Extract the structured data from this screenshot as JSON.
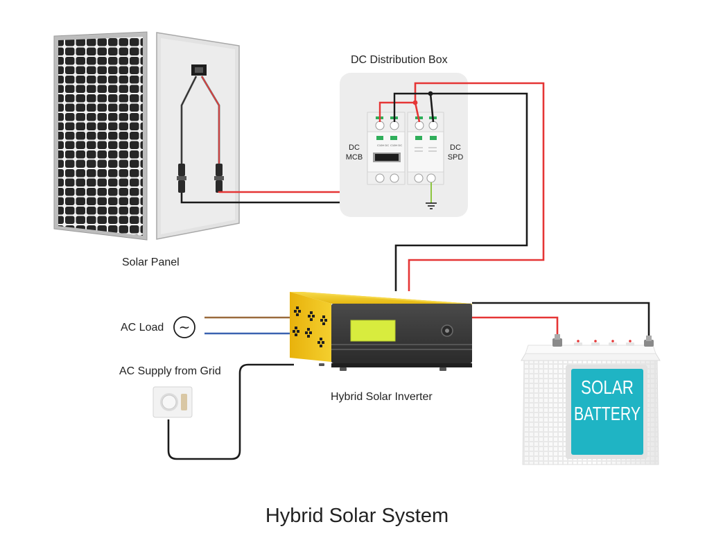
{
  "diagram": {
    "title": "Hybrid Solar System",
    "components": {
      "solar_panel": {
        "label": "Solar Panel"
      },
      "dc_box": {
        "label": "DC Distribution Box",
        "mcb_label_line1": "DC",
        "mcb_label_line2": "MCB",
        "spd_label_line1": "DC",
        "spd_label_line2": "SPD"
      },
      "ac_load": {
        "label": "AC Load",
        "symbol": "~"
      },
      "grid": {
        "label": "AC Supply from Grid"
      },
      "inverter": {
        "label": "Hybrid Solar Inverter"
      },
      "battery": {
        "line1": "SOLAR",
        "line2": "BATTERY"
      }
    }
  },
  "colors": {
    "positive_wire": "#e53535",
    "negative_wire": "#1a1a1a",
    "ac_brown": "#9a6a3c",
    "ac_blue": "#3a62b0",
    "inverter_body": "#f2c61c",
    "inverter_face": "#3a3a3a",
    "lcd": "#d8ec3e",
    "battery_screen": "#1fb4c4",
    "dc_box_bg": "#ededed"
  }
}
